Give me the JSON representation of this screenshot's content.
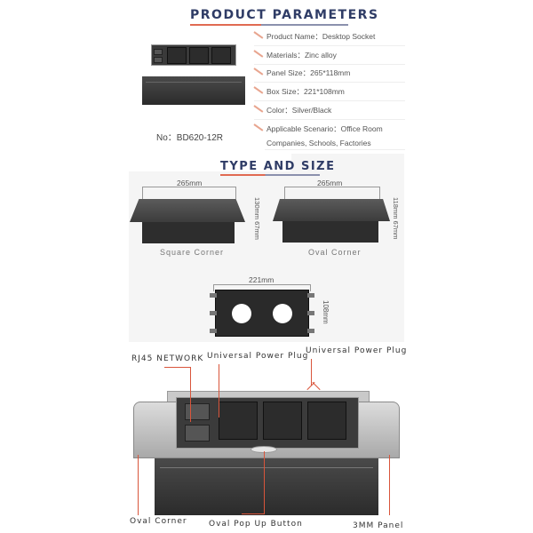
{
  "sections": {
    "params_title": "PRODUCT PARAMETERS",
    "type_title": "TYPE AND SIZE"
  },
  "parameters": [
    {
      "label": "Product Name",
      "value": "Desktop Socket",
      "text": "Product Name：Desktop Socket"
    },
    {
      "label": "Materials",
      "value": "Zinc alloy",
      "text": "Materials：Zinc alloy"
    },
    {
      "label": "Panel Size",
      "value": "265*118mm",
      "text": "Panel Size：265*118mm"
    },
    {
      "label": "Box Size",
      "value": "221*108mm",
      "text": "Box Size：221*108mm"
    },
    {
      "label": "Color",
      "value": "Silver/Black",
      "text": "Color：Silver/Black"
    },
    {
      "label": "Applicable Scenario",
      "value": "Office Room Companies, Schools, Factories",
      "text": "Applicable Scenario：Office Room"
    }
  ],
  "parameters_extra_line": "Companies, Schools, Factories",
  "model_no": "No：BD620-12R",
  "sizes": {
    "square": {
      "width": "265mm",
      "side": "130mm 67mm",
      "label": "Square Corner"
    },
    "oval": {
      "width": "265mm",
      "side": "118mm 67mm",
      "label": "Oval Corner"
    },
    "box": {
      "width": "221mm",
      "height": "108mm"
    }
  },
  "callouts": {
    "rj45": "RJ45 NETWORK",
    "power_plug_1": "Universal Power Plug",
    "power_plug_2": "Universal Power Plug",
    "oval_corner": "Oval Corner",
    "pop_up_button": "Oval Pop Up Button",
    "panel": "3MM Panel"
  },
  "colors": {
    "title": "#2f3c66",
    "accent": "#d9553b",
    "panel_bg": "#f5f5f5"
  }
}
